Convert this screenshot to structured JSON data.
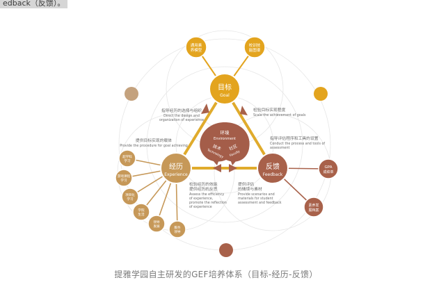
{
  "header_fragment": "edback（反馈）。",
  "caption": "提雅学园自主研发的GEF培养体系（目标-经历-反馈）",
  "colors": {
    "goal": "#e3a41e",
    "experience": "#c69858",
    "feedback": "#a8614a",
    "environment": "#a45d49",
    "triangle": "#e0ab2c",
    "ring": "#e6e6e6"
  },
  "center": {
    "title_cn": "环境",
    "title_en": "Environment",
    "left_cn": "技术",
    "left_en": "Technology",
    "right_cn": "社区",
    "right_en": "Faculty"
  },
  "nodes": {
    "goal": {
      "cn": "目标",
      "en": "Goal"
    },
    "experience": {
      "cn": "经历",
      "en": "Experience"
    },
    "feedback": {
      "cn": "反馈",
      "en": "Feedback"
    }
  },
  "goal_satellites": [
    {
      "l1": "通用素",
      "l2": "养模型"
    },
    {
      "l1": "校训技",
      "l2": "能图谱"
    }
  ],
  "experience_satellites": [
    {
      "l1": "超学科",
      "l2": "学习"
    },
    {
      "l1": "游戏课程",
      "l2": "学习"
    },
    {
      "l1": "项目化",
      "l2": "学习"
    },
    {
      "l1": "学院",
      "l2": "生活"
    },
    {
      "l1": "领导",
      "l2": "发展"
    },
    {
      "l1": "服务",
      "l2": "领导"
    }
  ],
  "feedback_satellites": [
    {
      "l1": "GPA",
      "l2": "成绩单"
    },
    {
      "l1": "素养发",
      "l2": "展档案"
    }
  ],
  "annotations": {
    "top_left": {
      "cn": "指导经历的选择与组织",
      "en1": "Direct the design and",
      "en2": "organization of experience"
    },
    "top_right": {
      "cn": "检验目标实现程度",
      "en1": "Scale the achievement of goals"
    },
    "mid_left": {
      "cn": "提供目标实现的载体",
      "en1": "Provide the procedure for goal achieving"
    },
    "mid_right": {
      "cn": "指导评估程序和工具的设置",
      "en1": "Conduct the process and tools of",
      "en2": "assessment"
    },
    "bottom_left": {
      "cn1": "检验经历的效能",
      "cn2": "提供经历的反思",
      "en1": "Assess the efficiency",
      "en2": "of experience,",
      "en3": "promote the reflection",
      "en4": "of experience"
    },
    "bottom_right": {
      "cn1": "提供评估",
      "cn2": "的情境与素材",
      "en1": "Provide scenarios and",
      "en2": "materials for student",
      "en3": "assessment and feedback"
    }
  }
}
